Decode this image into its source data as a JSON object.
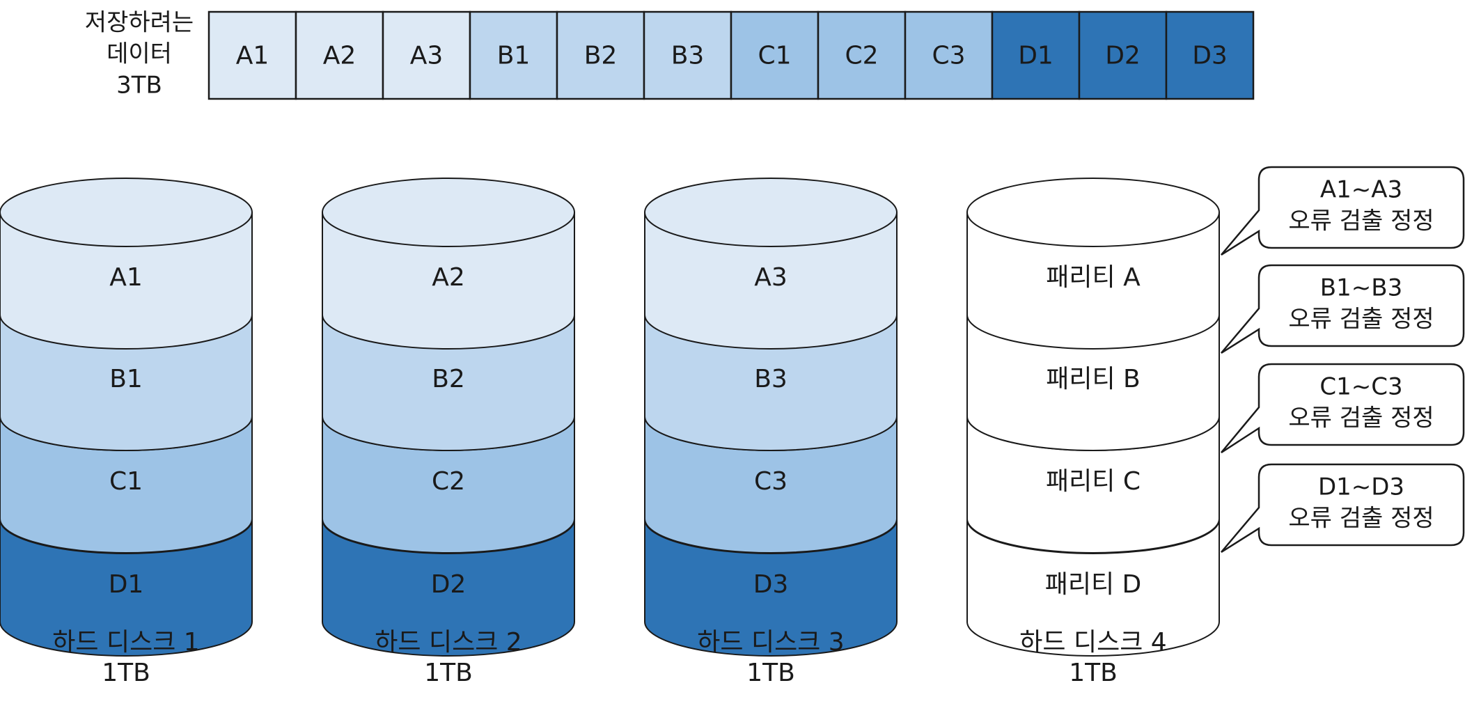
{
  "colors": {
    "lightest": "#dde9f5",
    "light": "#bdd6ee",
    "medium": "#9dc3e6",
    "dark": "#2e74b5",
    "parity": "#ffffff",
    "stroke": "#1a1a1a"
  },
  "data_bar": {
    "label_lines": [
      "저장하려는",
      "데이터",
      "3TB"
    ],
    "blocks": [
      {
        "label": "A1",
        "tone": "lightest"
      },
      {
        "label": "A2",
        "tone": "lightest"
      },
      {
        "label": "A3",
        "tone": "lightest"
      },
      {
        "label": "B1",
        "tone": "light"
      },
      {
        "label": "B2",
        "tone": "light"
      },
      {
        "label": "B3",
        "tone": "light"
      },
      {
        "label": "C1",
        "tone": "medium"
      },
      {
        "label": "C2",
        "tone": "medium"
      },
      {
        "label": "C3",
        "tone": "medium"
      },
      {
        "label": "D1",
        "tone": "dark"
      },
      {
        "label": "D2",
        "tone": "dark"
      },
      {
        "label": "D3",
        "tone": "dark"
      }
    ]
  },
  "disks": [
    {
      "name": "하드 디스크 1",
      "capacity": "1TB",
      "layers": [
        {
          "label": "A1",
          "tone": "lightest"
        },
        {
          "label": "B1",
          "tone": "light"
        },
        {
          "label": "C1",
          "tone": "medium"
        },
        {
          "label": "D1",
          "tone": "dark"
        }
      ]
    },
    {
      "name": "하드 디스크 2",
      "capacity": "1TB",
      "layers": [
        {
          "label": "A2",
          "tone": "lightest"
        },
        {
          "label": "B2",
          "tone": "light"
        },
        {
          "label": "C2",
          "tone": "medium"
        },
        {
          "label": "D2",
          "tone": "dark"
        }
      ]
    },
    {
      "name": "하드 디스크 3",
      "capacity": "1TB",
      "layers": [
        {
          "label": "A3",
          "tone": "lightest"
        },
        {
          "label": "B3",
          "tone": "light"
        },
        {
          "label": "C3",
          "tone": "medium"
        },
        {
          "label": "D3",
          "tone": "dark"
        }
      ]
    },
    {
      "name": "하드 디스크 4",
      "capacity": "1TB",
      "layers": [
        {
          "label": "패리티 A",
          "tone": "parity"
        },
        {
          "label": "패리티 B",
          "tone": "parity"
        },
        {
          "label": "패리티 C",
          "tone": "parity"
        },
        {
          "label": "패리티 D",
          "tone": "parity"
        }
      ]
    }
  ],
  "callouts": [
    {
      "line1": "A1~A3",
      "line2": "오류 검출 정정"
    },
    {
      "line1": "B1~B3",
      "line2": "오류 검출 정정"
    },
    {
      "line1": "C1~C3",
      "line2": "오류 검출 정정"
    },
    {
      "line1": "D1~D3",
      "line2": "오류 검출 정정"
    }
  ]
}
